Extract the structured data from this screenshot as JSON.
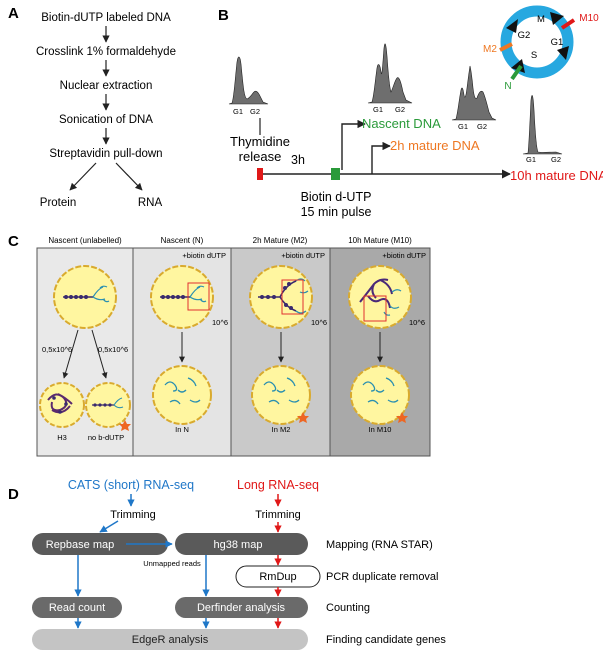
{
  "panels": {
    "A": "A",
    "B": "B",
    "C": "C",
    "D": "D"
  },
  "panel_a": {
    "steps": [
      "Biotin-dUTP labeled DNA",
      "Crosslink 1% formaldehyde",
      "Nuclear extraction",
      "Sonication of DNA",
      "Streptavidin pull-down"
    ],
    "outputs": [
      "Protein",
      "RNA"
    ]
  },
  "panel_b": {
    "thymidine": [
      "Thymidine",
      "release"
    ],
    "interval": "3h",
    "pulse": [
      "Biotin d-UTP",
      "15 min pulse"
    ],
    "nascent": "Nascent DNA",
    "mature_2h": "2h mature DNA",
    "mature_10h": "10h mature DNA",
    "g1": "G1",
    "g2": "G2",
    "cycle": {
      "g1": "G1",
      "g2": "G2",
      "s": "S",
      "m": "M",
      "m2": "M2",
      "n": "N",
      "m10": "M10"
    },
    "colors": {
      "nascent": "#2a9a3a",
      "mature_2h": "#ee7722",
      "mature_10h": "#e01818",
      "cycle_ring": "#27a8e0"
    }
  },
  "panel_c": {
    "columns": [
      {
        "title": "Nascent (unlabelled)",
        "tag": ""
      },
      {
        "title": "Nascent (N)",
        "tag": "+biotin dUTP"
      },
      {
        "title": "2h Mature (M2)",
        "tag": "+biotin dUTP"
      },
      {
        "title": "10h Mature (M10)",
        "tag": "+biotin dUTP"
      }
    ],
    "counts": {
      "split": "0,5x10^6",
      "total": "10^6"
    },
    "sub_labels": [
      "H3",
      "no b-dUTP",
      "In N",
      "In M2",
      "In M10"
    ]
  },
  "panel_d": {
    "cats": "CATS (short) RNA-seq",
    "long": "Long RNA-seq",
    "trimming": "Trimming",
    "repbase": "Repbase map",
    "hg38": "hg38 map",
    "unmapped": "Unmapped reads",
    "rmdup": "RmDup",
    "read_count": "Read count",
    "derfinder": "Derfinder analysis",
    "edger": "EdgeR analysis",
    "side_labels": [
      "Mapping (RNA STAR)",
      "PCR duplicate removal",
      "Counting",
      "Finding candidate genes"
    ],
    "colors": {
      "cats": "#1f77c8",
      "long": "#e01818"
    }
  }
}
